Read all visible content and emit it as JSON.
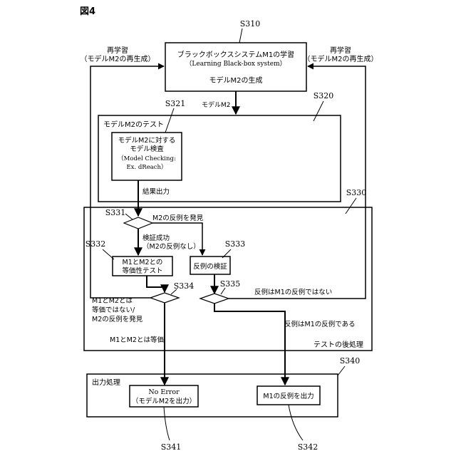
{
  "figure_label": "図4",
  "ref": {
    "s310": "S310",
    "s320": "S320",
    "s321": "S321",
    "s330": "S330",
    "s331": "S331",
    "s332": "S332",
    "s333": "S333",
    "s334": "S334",
    "s335": "S335",
    "s340": "S340",
    "s341": "S341",
    "s342": "S342"
  },
  "relearn": {
    "left_line1": "再学習",
    "left_line2": "（モデルM2の再生成）",
    "right_line1": "再学習",
    "right_line2": "（モデルM2の再生成）"
  },
  "box_310": {
    "title": "ブラックボックスシステムM1の学習",
    "subtitle": "（Learning Black-box system）",
    "generate": "モデルM2の生成"
  },
  "edge_model": "モデルM2",
  "box_320": {
    "label": "モデルM2のテスト"
  },
  "box_321": {
    "line1": "モデルM2に対する",
    "line2": "モデル検査",
    "line3": "（Model Checking:",
    "line4": "Ex. dReach）"
  },
  "edge_result": "結果出力",
  "box_330": {
    "label": "テストの後処理"
  },
  "decision_331": {
    "counterexample_found": "M2の反例を発見"
  },
  "edge_verify": {
    "line1": "検証成功",
    "line2": "（M2の反例なし）"
  },
  "box_332": {
    "line1": "M1とM2との",
    "line2": "等価性テスト"
  },
  "box_333": {
    "label": "反例の検証"
  },
  "decision_334": {
    "not_equiv_line1": "M1とM2とは",
    "not_equiv_line2": "等価ではない/",
    "not_equiv_line3": "M2の反例を発見",
    "equiv": "M1とM2とは等価"
  },
  "decision_335": {
    "not_m1": "反例はM1の反例ではない",
    "is_m1": "反例はM1の反例である"
  },
  "box_340": {
    "label": "出力処理"
  },
  "box_341": {
    "line1": "No Error",
    "line2": "（モデルM2を出力）"
  },
  "box_342": {
    "label": "M1の反例を出力"
  }
}
